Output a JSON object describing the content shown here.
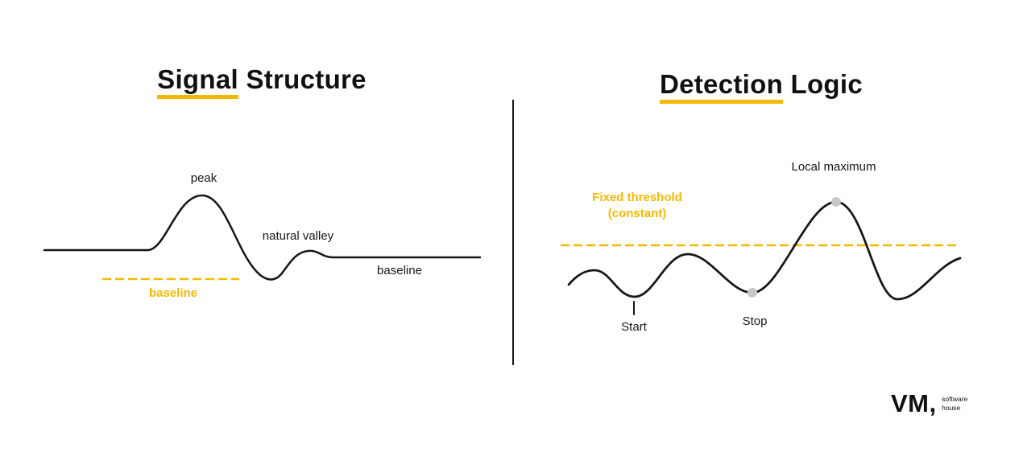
{
  "colors": {
    "accent_yellow": "#F5B800",
    "ink": "#161616",
    "marker_gray": "#c7c7c7"
  },
  "left_panel": {
    "title_highlight": "Signal",
    "title_rest": " Structure",
    "labels": {
      "peak": "peak",
      "natural_valley": "natural valley",
      "baseline_curve": "baseline",
      "baseline_dashed": "baseline"
    }
  },
  "right_panel": {
    "title_highlight": "Detection",
    "title_rest": " Logic",
    "labels": {
      "threshold_line1": "Fixed threshold",
      "threshold_line2": "(constant)",
      "local_maximum": "Local maximum",
      "start": "Start",
      "stop": "Stop"
    }
  },
  "logo": {
    "wordmark": "VM",
    "comma": ",",
    "tagline_line1": "software",
    "tagline_line2": "house"
  }
}
